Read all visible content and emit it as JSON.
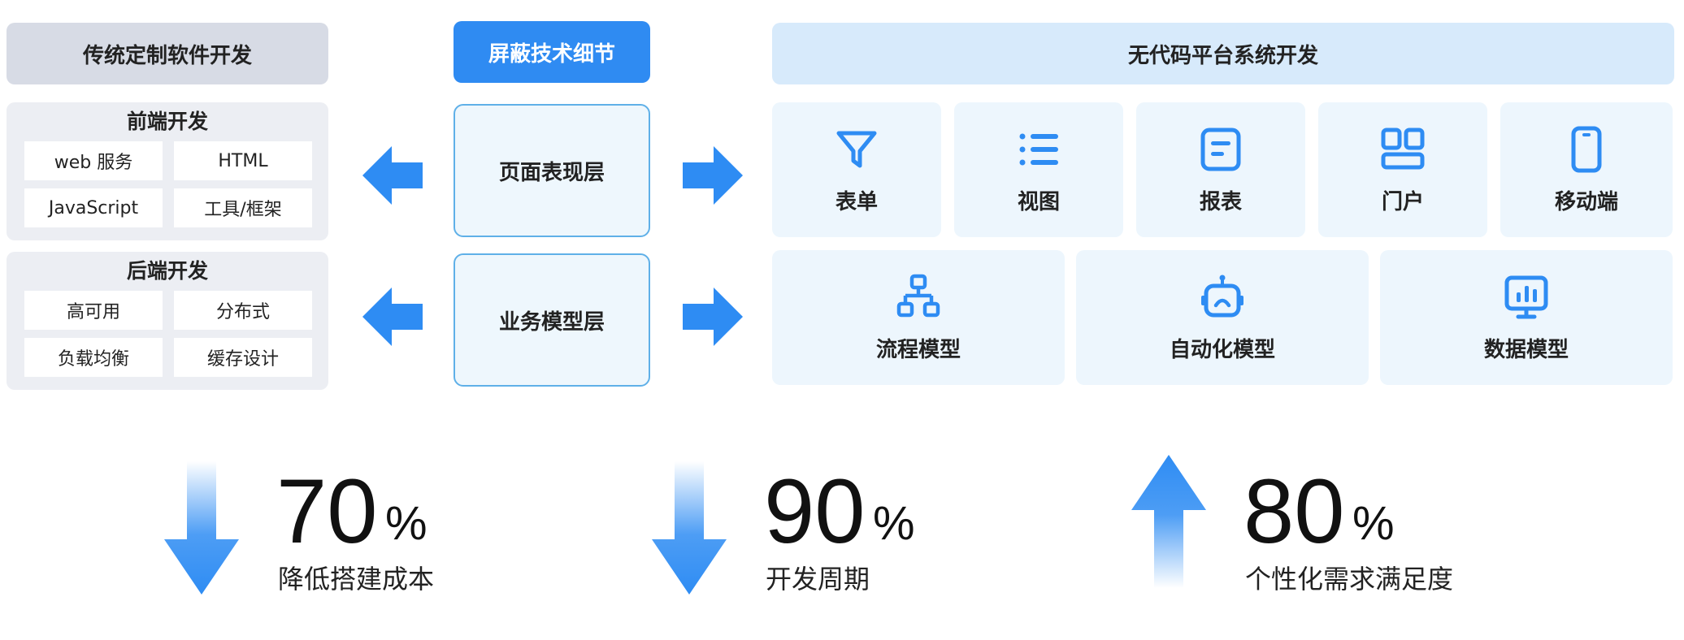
{
  "left": {
    "title": "传统定制软件开发",
    "frontend": {
      "title": "前端开发",
      "items": [
        "web 服务",
        "HTML",
        "JavaScript",
        "工具/框架"
      ]
    },
    "backend": {
      "title": "后端开发",
      "items": [
        "高可用",
        "分布式",
        "负载均衡",
        "缓存设计"
      ]
    }
  },
  "middle": {
    "title": "屏蔽技术细节",
    "layers": [
      "页面表现层",
      "业务模型层"
    ]
  },
  "right": {
    "title": "无代码平台系统开发",
    "row1": [
      {
        "label": "表单",
        "icon": "filter-icon"
      },
      {
        "label": "视图",
        "icon": "list-icon"
      },
      {
        "label": "报表",
        "icon": "report-icon"
      },
      {
        "label": "门户",
        "icon": "portal-icon"
      },
      {
        "label": "移动端",
        "icon": "mobile-icon"
      }
    ],
    "row2": [
      {
        "label": "流程模型",
        "icon": "process-icon"
      },
      {
        "label": "自动化模型",
        "icon": "robot-icon"
      },
      {
        "label": "数据模型",
        "icon": "data-chart-icon"
      }
    ]
  },
  "stats": [
    {
      "value": "70",
      "unit": "%",
      "label": "降低搭建成本",
      "direction": "down"
    },
    {
      "value": "90",
      "unit": "%",
      "label": "开发周期",
      "direction": "down"
    },
    {
      "value": "80",
      "unit": "%",
      "label": "个性化需求满足度",
      "direction": "up"
    }
  ],
  "colors": {
    "accent": "#2f8bf2",
    "arrow": "#2e8cf3",
    "tile": "#edf6fd"
  }
}
